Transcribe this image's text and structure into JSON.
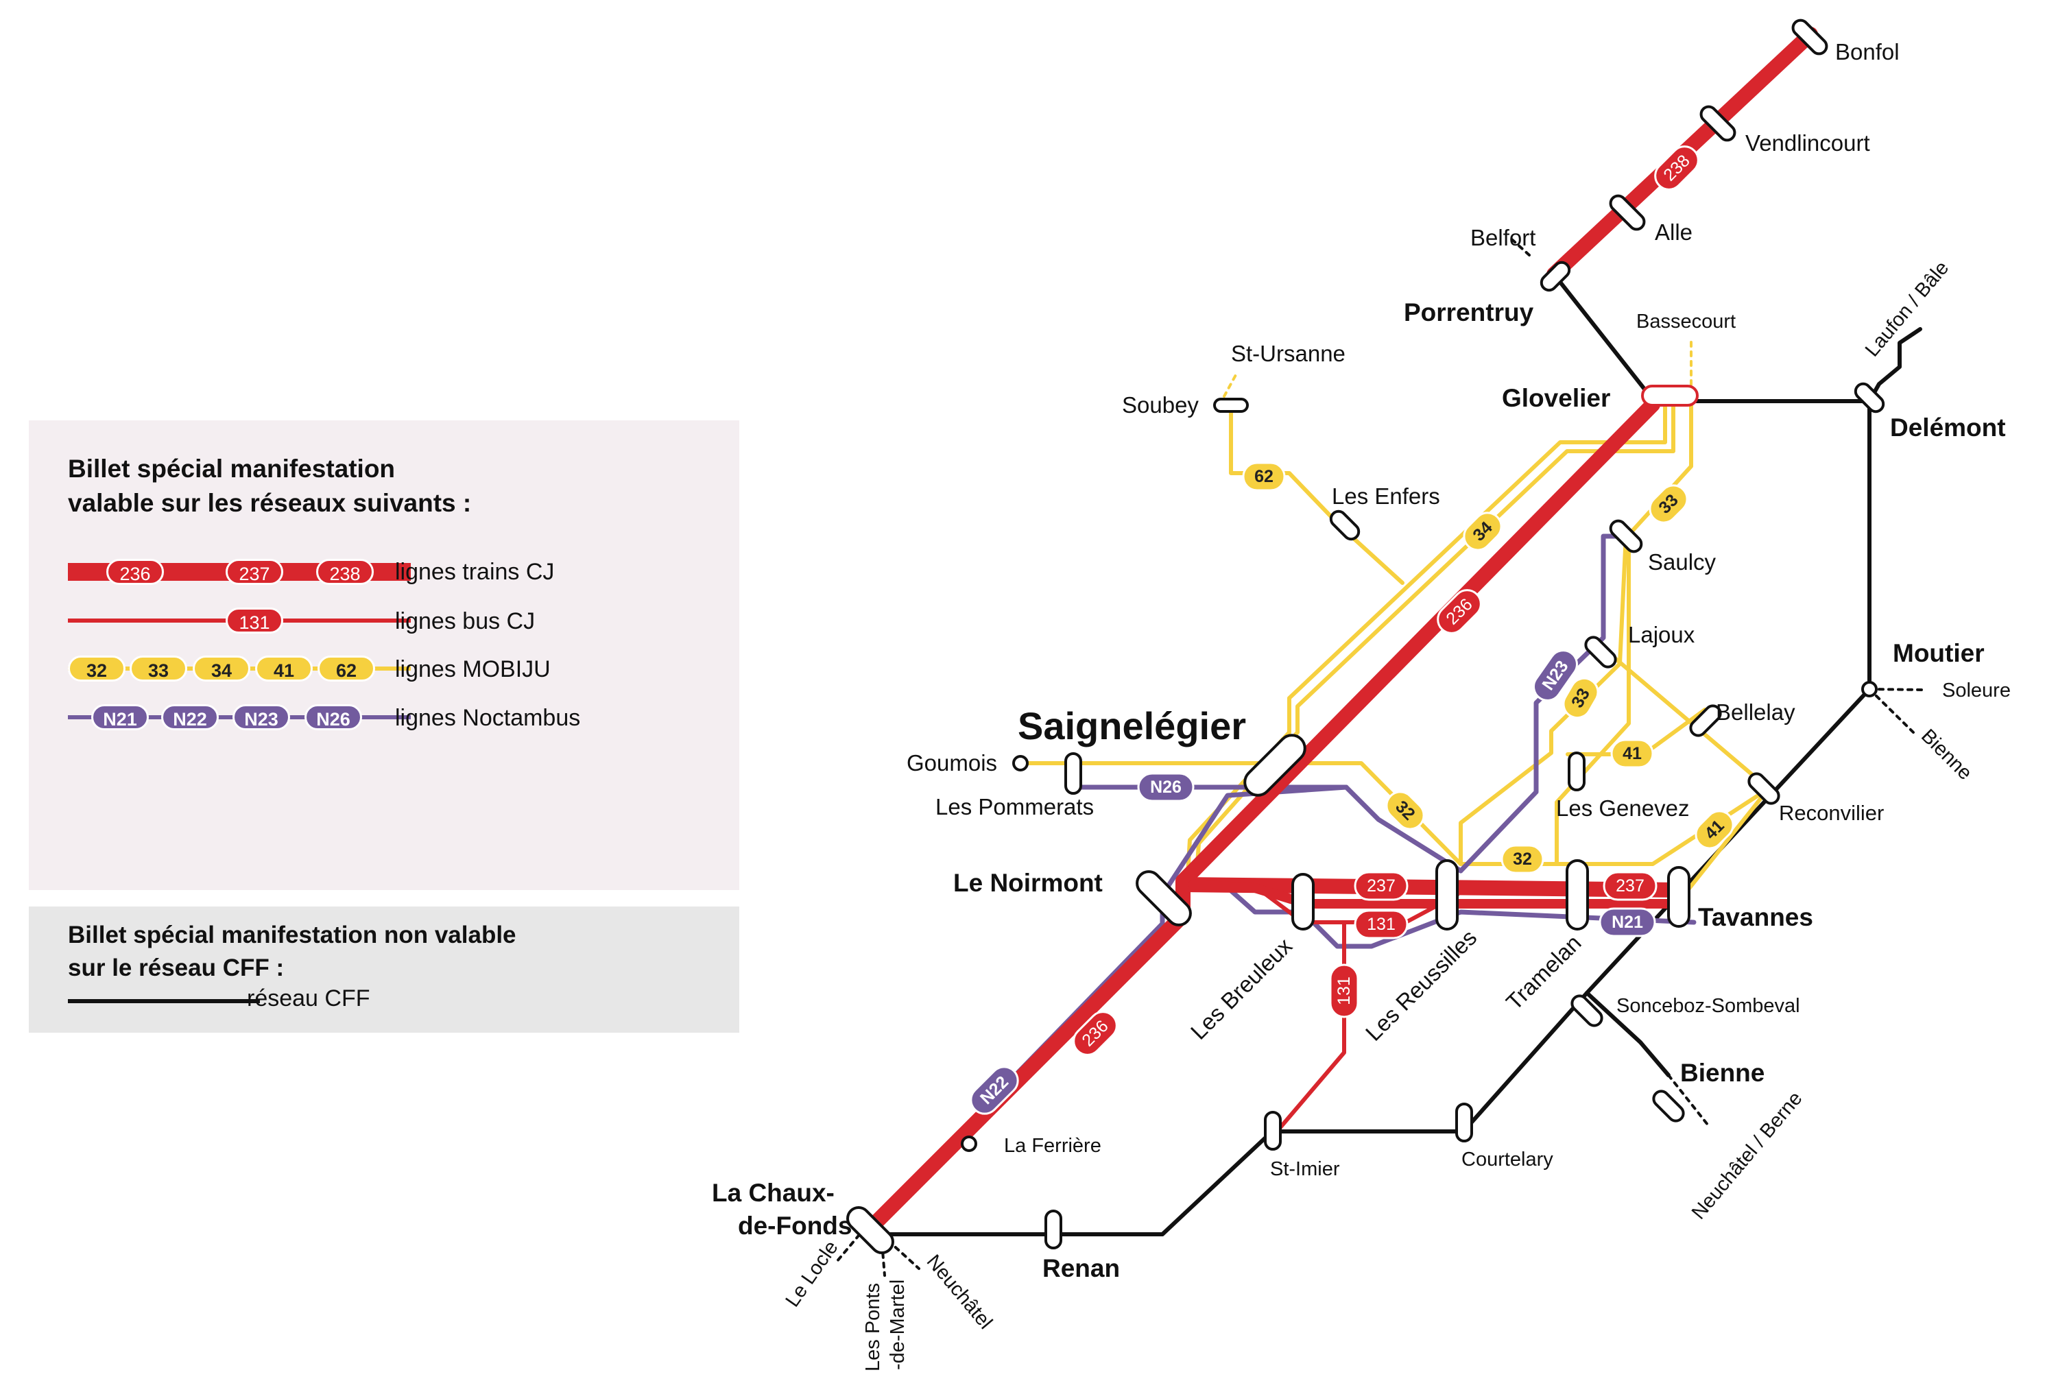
{
  "legend": {
    "valid_title_line1": "Billet spécial manifestation",
    "valid_title_line2": "valable sur les réseaux suivants :",
    "rows": [
      {
        "label": "lignes trains CJ",
        "style": "train",
        "badges": [
          "236",
          "237",
          "238"
        ]
      },
      {
        "label": "lignes bus CJ",
        "style": "bus",
        "badges": [
          "131"
        ]
      },
      {
        "label": "lignes MOBIJU",
        "style": "mobiju",
        "badges": [
          "32",
          "33",
          "34",
          "41",
          "62"
        ]
      },
      {
        "label": "lignes Noctambus",
        "style": "noctambus",
        "badges": [
          "N21",
          "N22",
          "N23",
          "N26"
        ]
      }
    ],
    "invalid_title_line1": "Billet spécial manifestation non valable",
    "invalid_title_line2": "sur le réseau CFF :",
    "cff_label": "réseau CFF"
  },
  "colors": {
    "train": "#d8262d",
    "bus": "#d8262d",
    "mobiju": "#f6d03f",
    "noctambus": "#725b9e",
    "cff": "#111111"
  },
  "stations": {
    "bonfol": "Bonfol",
    "vendlincourt": "Vendlincourt",
    "alle": "Alle",
    "belfort": "Belfort",
    "porrentruy": "Porrentruy",
    "bassecourt": "Bassecourt",
    "glovelier": "Glovelier",
    "laufon": "Laufon / Bâle",
    "delemont": "Delémont",
    "st_ursanne": "St-Ursanne",
    "soubey": "Soubey",
    "les_enfers": "Les Enfers",
    "saulcy": "Saulcy",
    "lajoux": "Lajoux",
    "moutier": "Moutier",
    "soleure": "Soleure",
    "bienne_dir": "Bienne",
    "bellelay": "Bellelay",
    "saignelegier": "Saignelégier",
    "goumois": "Goumois",
    "les_pommerats": "Les Pommerats",
    "les_genevez": "Les Genevez",
    "reconvilier": "Reconvilier",
    "le_noirmont": "Le Noirmont",
    "tavannes": "Tavannes",
    "les_breuleux": "Les Breuleux",
    "les_reussilles": "Les Reussilles",
    "tramelan": "Tramelan",
    "sonceboz": "Sonceboz-Sombeval",
    "bienne": "Bienne",
    "neuchatel_berne": "Neuchâtel / Berne",
    "la_ferriere": "La Ferrière",
    "st_imier": "St-Imier",
    "courtelary": "Courtelary",
    "la_chaux_1": "La Chaux-",
    "la_chaux_2": "de-Fonds",
    "renan": "Renan",
    "le_locle": "Le Locle",
    "les_ponts_1": "Les Ponts",
    "les_ponts_2": "-de-Martel",
    "neuchatel": "Neuchâtel"
  },
  "line_badges": {
    "b238": "238",
    "b236_north": "236",
    "b236_south": "236",
    "b237_a": "237",
    "b237_b": "237",
    "b131_a": "131",
    "b131_b": "131",
    "b62": "62",
    "b34": "34",
    "b33_a": "33",
    "b33_b": "33",
    "b32_a": "32",
    "b32_b": "32",
    "b41_a": "41",
    "b41_b": "41",
    "bN21": "N21",
    "bN22": "N22",
    "bN23": "N23",
    "bN26": "N26"
  }
}
